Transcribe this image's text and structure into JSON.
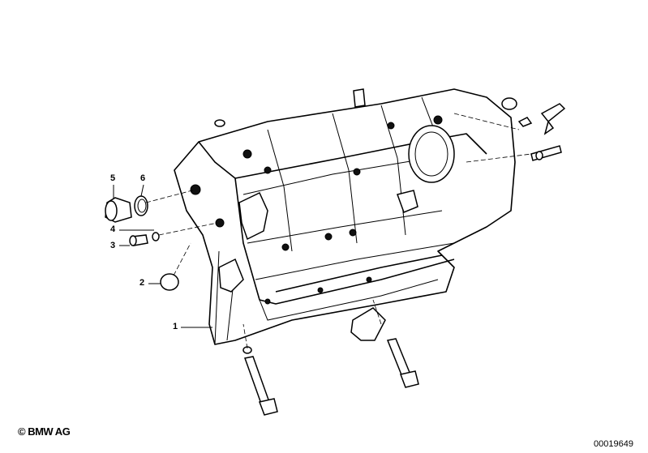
{
  "diagram": {
    "callouts": [
      {
        "number": "1",
        "part": "engine-block"
      },
      {
        "number": "2",
        "part": "plug-cap"
      },
      {
        "number": "3",
        "part": "screw-plug"
      },
      {
        "number": "4",
        "part": "gasket-ring"
      },
      {
        "number": "5",
        "part": "screw-plug-large"
      },
      {
        "number": "6",
        "part": "seal-ring"
      }
    ],
    "copyright": "© BMW AG",
    "diagram_code": "00019649",
    "line_color": "#000000",
    "background": "#ffffff"
  }
}
